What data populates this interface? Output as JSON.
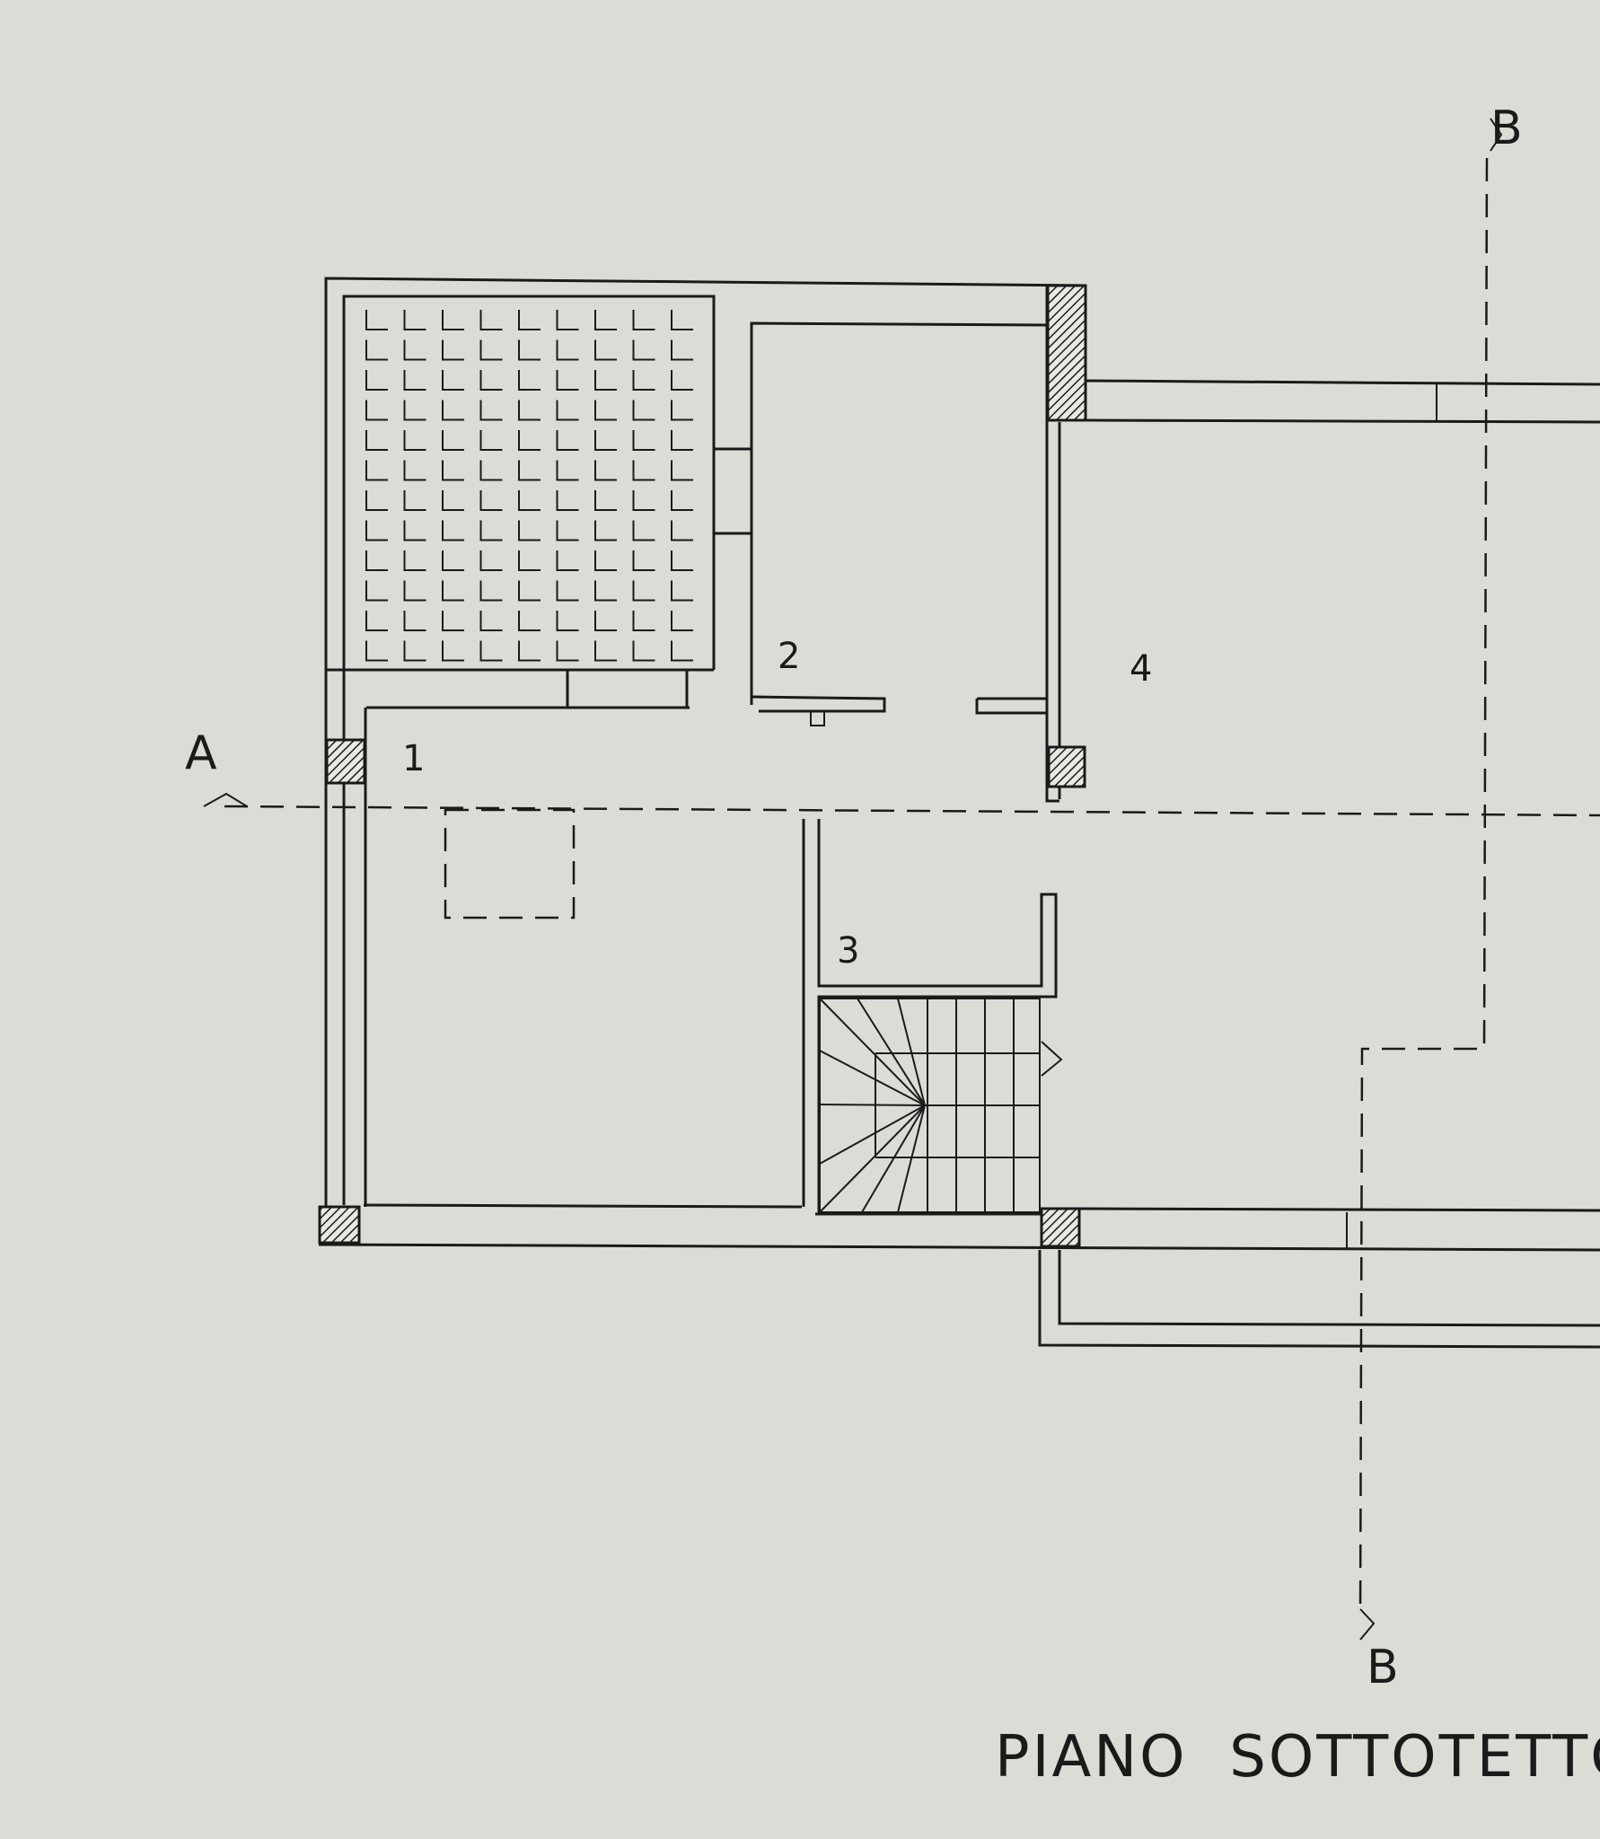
{
  "drawing": {
    "title": "PIANO  SOTTOTETTO",
    "section_marks": {
      "a": "A",
      "b_top": "B",
      "b_bottom": "B"
    },
    "rooms": [
      "1",
      "2",
      "3",
      "4"
    ],
    "colors": {
      "paper": "#dcdcd7",
      "ink": "#1a1a1a"
    }
  }
}
